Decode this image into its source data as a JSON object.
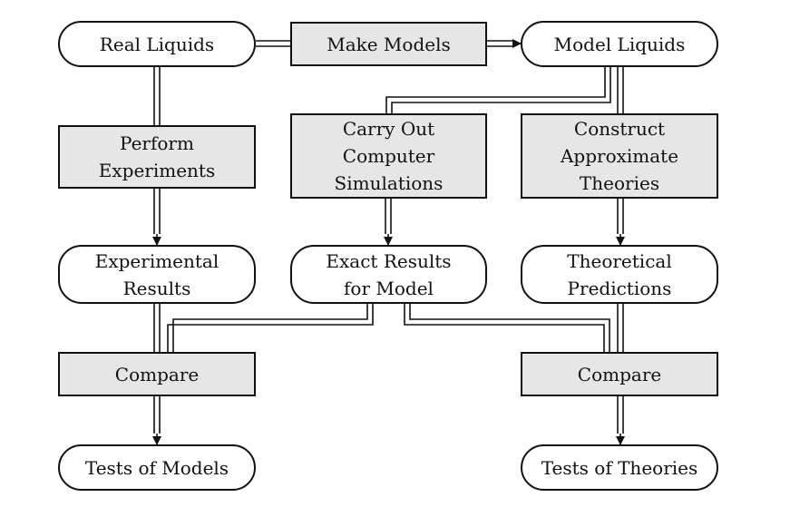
{
  "nodes": {
    "real_liquids": "Real Liquids",
    "make_models": "Make Models",
    "model_liquids": "Model Liquids",
    "perform_experiments": "Perform\nExperiments",
    "carry_out_simulations": "Carry Out\nComputer\nSimulations",
    "construct_theories": "Construct\nApproximate\nTheories",
    "experimental_results": "Experimental\nResults",
    "exact_results": "Exact Results\nfor Model",
    "theoretical_predictions": "Theoretical\nPredictions",
    "compare_left": "Compare",
    "compare_right": "Compare",
    "tests_of_models": "Tests of Models",
    "tests_of_theories": "Tests of Theories"
  },
  "colors": {
    "box_fill": "#e6e6e6",
    "pill_fill": "#ffffff",
    "stroke": "#111111"
  }
}
